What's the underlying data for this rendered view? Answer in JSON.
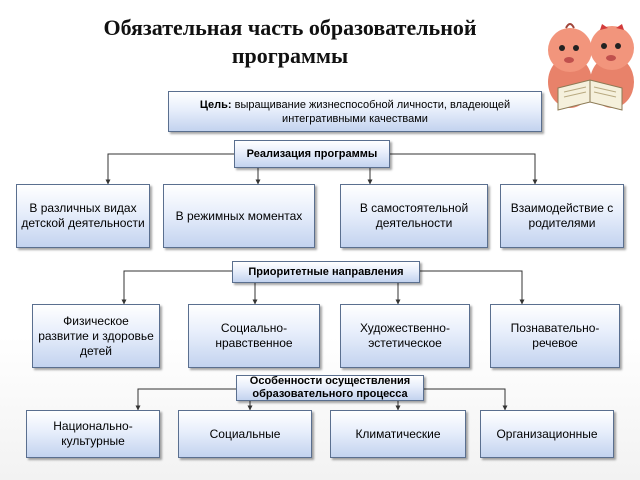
{
  "title": {
    "line1": "Обязательная часть образовательной",
    "line2": "программы"
  },
  "goal": {
    "label": "Цель:",
    "text": "выращивание жизнеспособной личности, владеющей интегративными качествами"
  },
  "sections": [
    {
      "header": "Реализация программы",
      "items": [
        "В различных видах детской деятельности",
        "В режимных моментах",
        "В самостоятельной деятельности",
        "Взаимодействие с родителями"
      ]
    },
    {
      "header": "Приоритетные  направления",
      "items": [
        "Физическое развитие и здоровье детей",
        "Социально-нравственное",
        "Художественно-эстетическое",
        "Познавательно-речевое"
      ]
    },
    {
      "header": "Особенности осуществления образовательного процесса",
      "items": [
        "Национально-культурные",
        "Социальные",
        "Климатические",
        "Организационные"
      ]
    }
  ],
  "colors": {
    "box_border": "#5a6f8f",
    "box_fill": "#c3d3ef",
    "line": "#333333"
  },
  "icons": [
    "twin-babies-reading-icon"
  ]
}
